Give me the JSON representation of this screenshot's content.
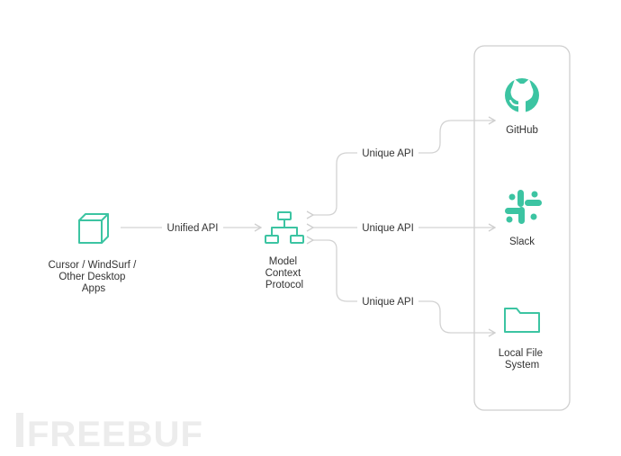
{
  "nodes": {
    "client": {
      "lines": [
        "Cursor / WindSurf /",
        "Other Desktop",
        "Apps"
      ],
      "icon": "cube-icon"
    },
    "mcp": {
      "lines": [
        "Model",
        "Context",
        "Protocol"
      ],
      "icon": "hierarchy-icon"
    },
    "github": {
      "label": "GitHub",
      "icon": "github-icon"
    },
    "slack": {
      "label": "Slack",
      "icon": "slack-icon"
    },
    "local_file": {
      "lines": [
        "Local File",
        "System"
      ],
      "icon": "folder-icon"
    }
  },
  "edges": {
    "unified": "Unified API",
    "to_github": "Unique API",
    "to_slack": "Unique API",
    "to_local": "Unique API"
  },
  "watermark": {
    "text": "FREEBUF"
  },
  "colors": {
    "accent": "#3cc4a2",
    "connector": "#d3d3d3",
    "text": "#333333",
    "panel_border": "#cfcfcf",
    "watermark": "#ececec"
  }
}
